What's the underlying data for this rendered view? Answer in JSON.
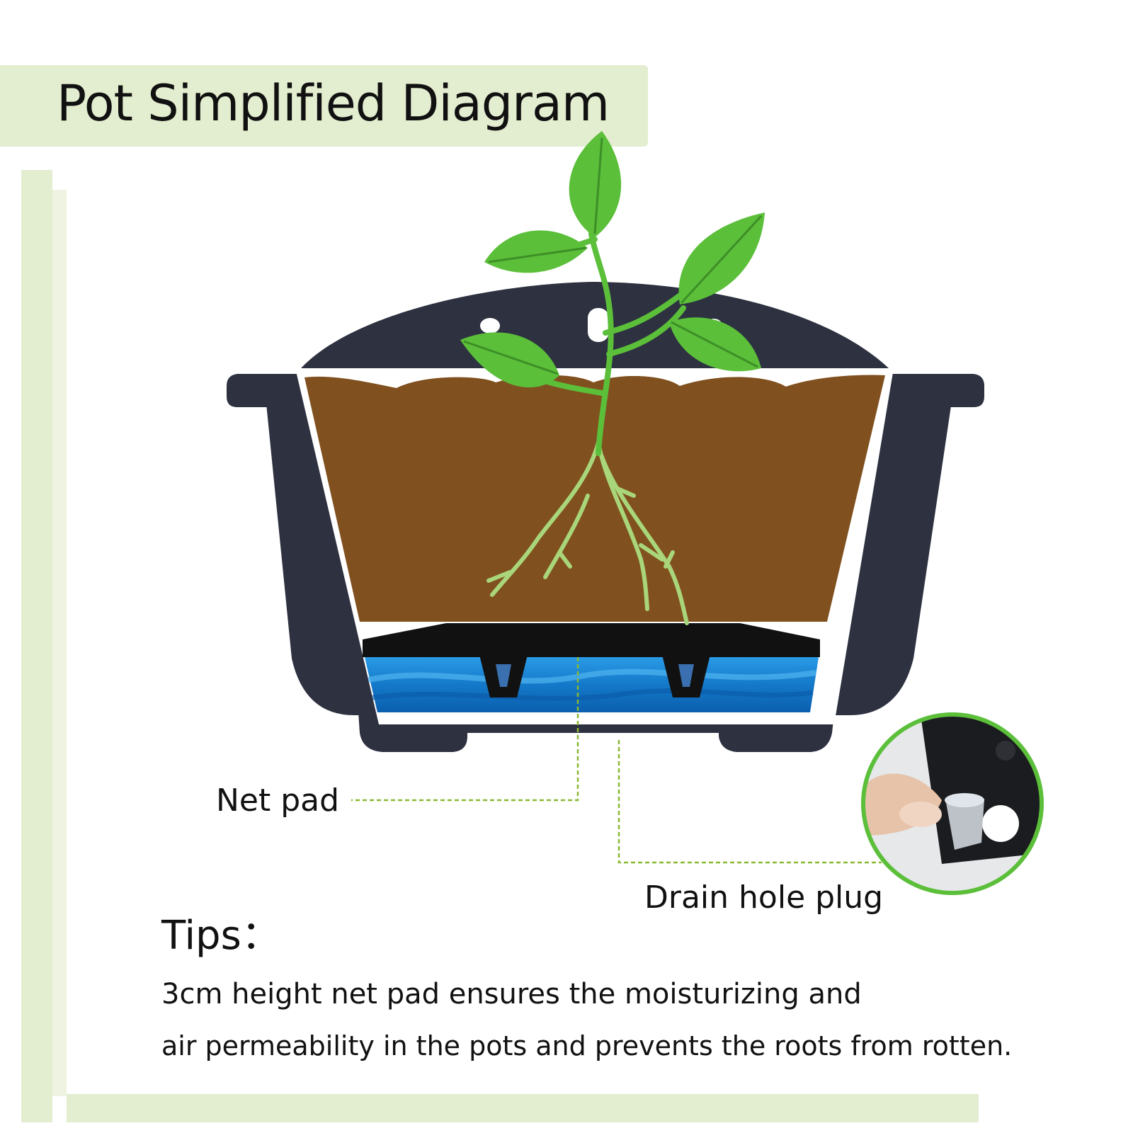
{
  "title": "Pot Simplified Diagram",
  "labels": {
    "net_pad": "Net pad",
    "drain_hole_plug": "Drain hole plug"
  },
  "tips": {
    "heading": "Tips：",
    "lines": [
      "3cm height net pad ensures the moisturizing and",
      "air permeability in the pots and prevents the roots from rotten."
    ]
  },
  "colors": {
    "frame_green": "#e3edcf",
    "pot": "#2d3140",
    "soil": "#80501e",
    "water": "#1e88d2",
    "leaf": "#5bbf3a",
    "leader_line": "#8ab833"
  }
}
